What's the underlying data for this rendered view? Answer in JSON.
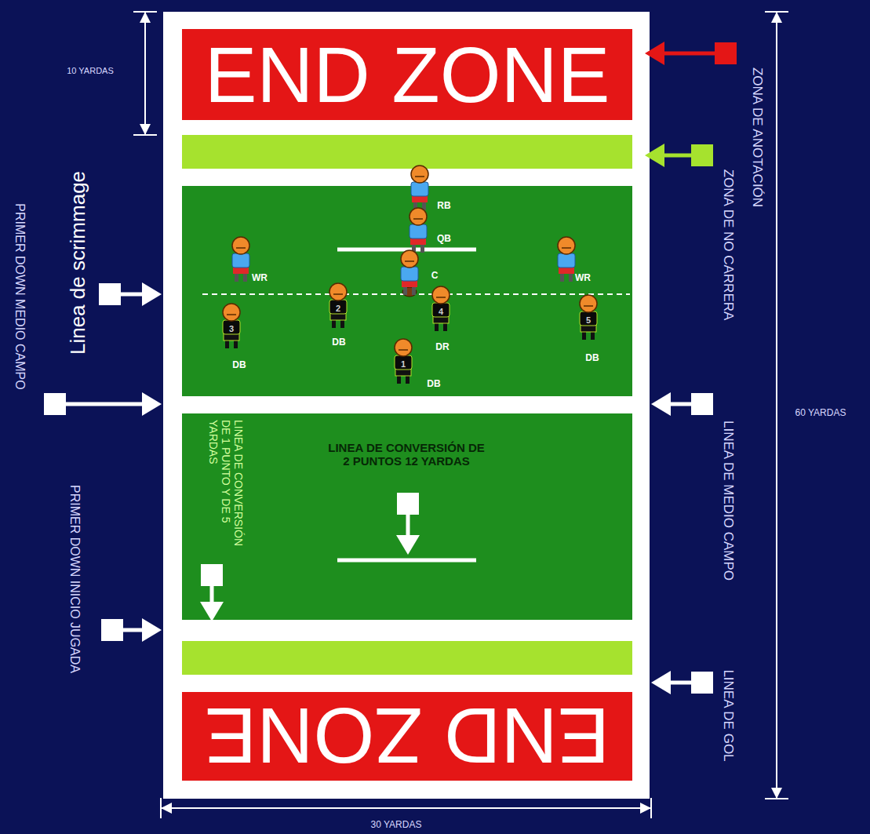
{
  "diagram": {
    "nodes": [
      {
        "text": [
          "END ZONE"
        ]
      },
      {
        "text": [
          "LINEA DE CONVERSIÓN DE 2 PUNTOS 12 YARDAS",
          "LINEA DE CONVERSIÓN DE 1 PUNTO Y DE 5 YARDAS"
        ]
      },
      {
        "text": [
          "END ZONE"
        ]
      }
    ],
    "labels": [
      "10 YARDAS",
      "ZONA DE ANOTACIÓN",
      "ZONA DE NO CARRERA",
      "Linea de scrimmage",
      "PRIMER DOWN MEDIO CAMPO",
      "RB",
      "QB",
      "C",
      "WR",
      "WR",
      "3",
      "DB",
      "2",
      "DB",
      "4",
      "DR",
      "5",
      "DB",
      "1",
      "DB",
      "LINEA DE MEDIO CAMPO",
      "60 YARDAS",
      "PRIMER DOWN INICIO JUGADA",
      "LINEA DE GOL",
      "30 YARDAS"
    ]
  }
}
